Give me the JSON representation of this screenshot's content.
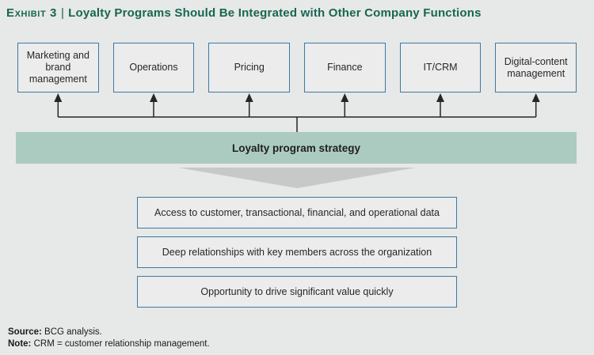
{
  "header": {
    "exhibit_label": "Exhibit 3",
    "separator": "|",
    "title": "Loyalty Programs Should Be Integrated with Other Company Functions"
  },
  "functions": [
    {
      "label": "Marketing and brand management"
    },
    {
      "label": "Operations"
    },
    {
      "label": "Pricing"
    },
    {
      "label": "Finance"
    },
    {
      "label": "IT/CRM"
    },
    {
      "label": "Digital-content management"
    }
  ],
  "strategy_bar": {
    "label": "Loyalty program strategy"
  },
  "benefits": [
    {
      "label": "Access to customer, transactional, financial, and operational data"
    },
    {
      "label": "Deep relationships with key members across the organization"
    },
    {
      "label": "Opportunity to drive significant value quickly"
    }
  ],
  "footer": {
    "source_label": "Source:",
    "source_text": " BCG analysis.",
    "note_label": "Note:",
    "note_text": " CRM = customer relationship management."
  },
  "colors": {
    "background": "#e7e8e8",
    "title_green": "#176750",
    "box_border_blue": "#3d7aa2",
    "box_fill": "#ebeceb",
    "strategy_bar_green": "#abcbc1",
    "down_arrow_gray": "#c7c9c8",
    "line_black": "#262626"
  }
}
